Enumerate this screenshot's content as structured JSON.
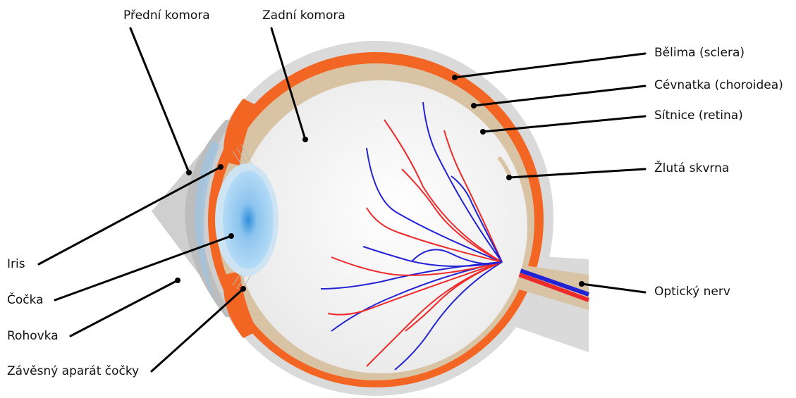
{
  "labels": {
    "anterior_chamber": "Přední komora",
    "posterior_chamber": "Zadní komora",
    "sclera": "Bělima (sclera)",
    "choroid": "Cévnatka (choroidea)",
    "retina": "Sítnice (retina)",
    "macula": "Žlutá skvrna",
    "optic_nerve": "Optický nerv",
    "iris": "Iris",
    "lens": "Čočka",
    "cornea": "Rohovka",
    "zonule": "Závěsný aparát čočky"
  },
  "colors": {
    "sclera": "#d8d8d8",
    "choroid": "#f26522",
    "retina": "#d9c3a5",
    "vitreous": "#f3f3f3",
    "cornea": "#9fc3df",
    "lens": "#a8d4f3",
    "lens_center": "#3f9be0",
    "artery": "#ee2a2a",
    "vein": "#2323d6"
  }
}
